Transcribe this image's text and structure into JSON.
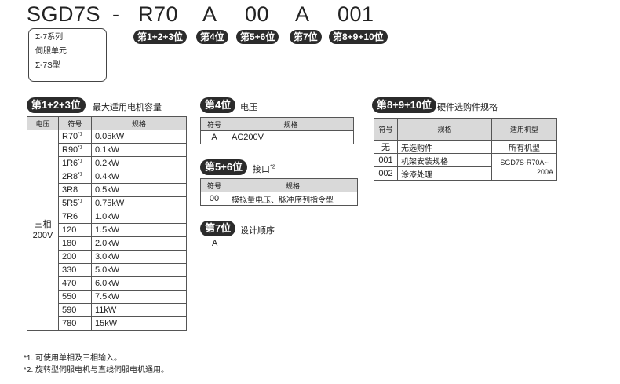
{
  "model": {
    "prefix": "SGD7S",
    "dash": "-",
    "part1": "R70",
    "part2": "A",
    "part3": "00",
    "part4": "A",
    "part5": "001"
  },
  "digit_labels": {
    "d123": "第1+2+3位",
    "d4": "第4位",
    "d56": "第5+6位",
    "d7": "第7位",
    "d8910": "第8+9+10位"
  },
  "series_box": {
    "line1": "Σ-7系列",
    "line2": "伺服单元",
    "line3": "Σ-7S型"
  },
  "section_123": {
    "pill": "第1+2+3位",
    "title": "最大适用电机容量",
    "headers": [
      "电压",
      "符号",
      "规格"
    ],
    "voltage_line1": "三相",
    "voltage_line2": "200V",
    "rows": [
      {
        "code": "R70",
        "mark": "*1",
        "spec": "0.05kW"
      },
      {
        "code": "R90",
        "mark": "*1",
        "spec": "0.1kW"
      },
      {
        "code": "1R6",
        "mark": "*1",
        "spec": "0.2kW"
      },
      {
        "code": "2R8",
        "mark": "*1",
        "spec": "0.4kW"
      },
      {
        "code": "3R8",
        "mark": "",
        "spec": "0.5kW"
      },
      {
        "code": "5R5",
        "mark": "*1",
        "spec": "0.75kW"
      },
      {
        "code": "7R6",
        "mark": "",
        "spec": "1.0kW"
      },
      {
        "code": "120",
        "mark": "",
        "spec": "1.5kW"
      },
      {
        "code": "180",
        "mark": "",
        "spec": "2.0kW"
      },
      {
        "code": "200",
        "mark": "",
        "spec": "3.0kW"
      },
      {
        "code": "330",
        "mark": "",
        "spec": "5.0kW"
      },
      {
        "code": "470",
        "mark": "",
        "spec": "6.0kW"
      },
      {
        "code": "550",
        "mark": "",
        "spec": "7.5kW"
      },
      {
        "code": "590",
        "mark": "",
        "spec": "11kW"
      },
      {
        "code": "780",
        "mark": "",
        "spec": "15kW"
      }
    ]
  },
  "section_4": {
    "pill": "第4位",
    "title": "电压",
    "headers": [
      "符号",
      "规格"
    ],
    "code": "A",
    "spec": "AC200V"
  },
  "section_56": {
    "pill": "第5+6位",
    "title": "接口",
    "title_mark": "*2",
    "headers": [
      "符号",
      "规格"
    ],
    "code": "00",
    "spec": "模拟量电压、脉冲序列指令型"
  },
  "section_7": {
    "pill": "第7位",
    "title": "设计顺序",
    "value": "A"
  },
  "section_8910": {
    "pill": "第8+9+10位",
    "title": "硬件选购件规格",
    "headers": [
      "符号",
      "规格",
      "适用机型"
    ],
    "rows": [
      {
        "code": "无",
        "spec": "无选购件"
      },
      {
        "code": "001",
        "spec": "机架安装规格"
      },
      {
        "code": "002",
        "spec": "涂漆处理"
      }
    ],
    "model_all": "所有机型",
    "model_special_1": "SGD7S-R70A~",
    "model_special_2": "200A"
  },
  "notes": {
    "n1_mark": "*1.",
    "n1_text": "可使用单相及三相输入。",
    "n2_mark": "*2.",
    "n2_text": "旋转型伺服电机与直线伺服电机通用。"
  }
}
